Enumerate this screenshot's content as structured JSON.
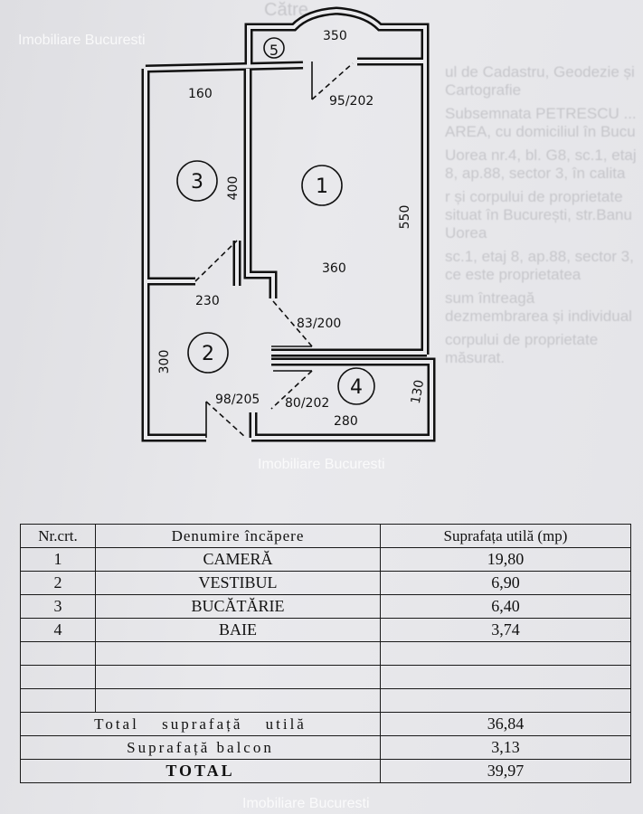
{
  "background_text": {
    "line0": "Către",
    "line1": "ul de Cadastru, Geodezie și Cartografie",
    "line2": "Subsemnata PETRESCU ... AREA, cu domiciliul în Bucu",
    "line3": "Uorea nr.4, bl. G8, sc.1, etaj 8, ap.88, sector 3, în calita",
    "line4": "r și corpului de proprietate situat în București, str.Banu Uorea",
    "line5": "sc.1, etaj 8, ap.88, sector 3, ce este proprietatea",
    "line6": "sum întreagă dezmembrarea și individual",
    "line7": "corpului de proprietate măsurat."
  },
  "watermark": "Imobiliare Bucuresti",
  "floor_plan": {
    "rooms": [
      "1",
      "2",
      "3",
      "4",
      "5"
    ],
    "dimensions": {
      "balcony_width": "350",
      "kitchen_width": "160",
      "kitchen_length": "400",
      "room_width": "360",
      "room_length": "550",
      "hall_width": "230",
      "hall_length": "300",
      "bath_width": "280",
      "bath_length": "130"
    },
    "doors": {
      "balcony": "95/202",
      "room": "83/200",
      "entrance": "98/205",
      "bath": "80/202"
    }
  },
  "table": {
    "headers": [
      "Nr.crt.",
      "Denumire încăpere",
      "Suprafața utilă (mp)"
    ],
    "rows": [
      {
        "nr": "1",
        "name": "CAMERĂ",
        "area": "19,80"
      },
      {
        "nr": "2",
        "name": "VESTIBUL",
        "area": "6,90"
      },
      {
        "nr": "3",
        "name": "BUCĂTĂRIE",
        "area": "6,40"
      },
      {
        "nr": "4",
        "name": "BAIE",
        "area": "3,74"
      }
    ],
    "total_util_label": "Total suprafață utilă",
    "total_util_value": "36,84",
    "balcony_label": "Suprafață balcon",
    "balcony_value": "3,13",
    "total_label": "TOTAL",
    "total_value": "39,97"
  }
}
